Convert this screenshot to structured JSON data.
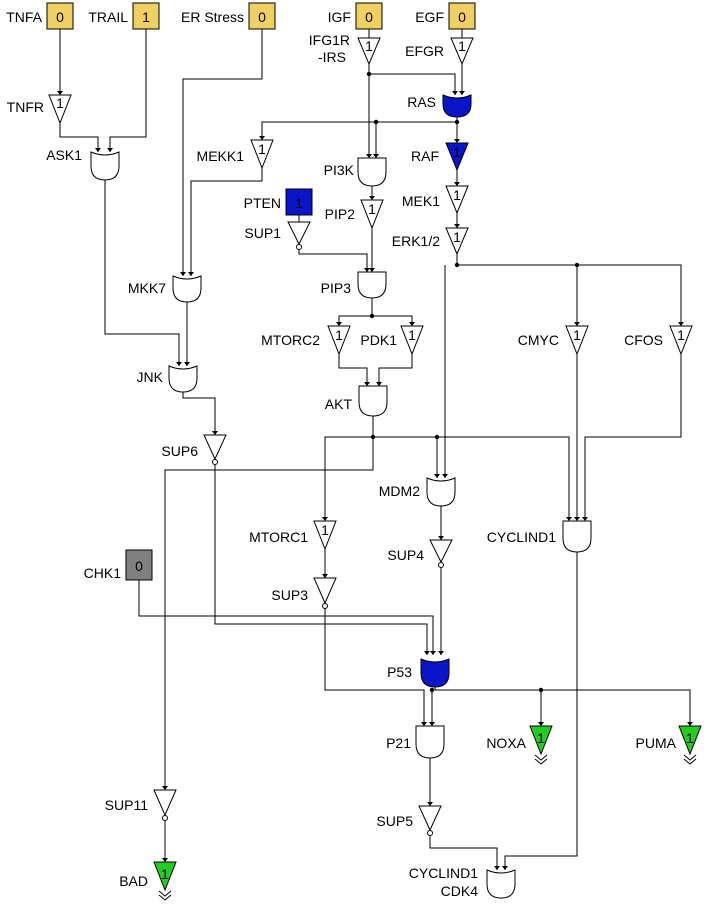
{
  "colors": {
    "input_off": "#f0d060",
    "input_fixed": "#808080",
    "active_blue": "#0a14c8",
    "output_green": "#22cc22",
    "inactive": "#ffffff"
  },
  "inputs": {
    "tnfa": {
      "label": "TNFA",
      "value": "0"
    },
    "trail": {
      "label": "TRAIL",
      "value": "1"
    },
    "er_stress": {
      "label": "ER Stress",
      "value": "0"
    },
    "igf": {
      "label": "IGF",
      "value": "0"
    },
    "egf": {
      "label": "EGF",
      "value": "0"
    },
    "pten": {
      "label": "PTEN",
      "value": "1"
    },
    "chk1": {
      "label": "CHK1",
      "value": "0"
    }
  },
  "nodes": {
    "tnfr": {
      "label": "TNFR",
      "value": "1"
    },
    "igf1r_line1": "IFG1R",
    "igf1r_line2": "-IRS",
    "igf1r_value": "1",
    "egfr": {
      "label": "EFGR",
      "value": "1"
    },
    "ras": {
      "label": "RAS"
    },
    "ask1": {
      "label": "ASK1"
    },
    "mekk1": {
      "label": "MEKK1",
      "value": "1"
    },
    "pi3k": {
      "label": "PI3K"
    },
    "raf": {
      "label": "RAF",
      "value": "1"
    },
    "pip2": {
      "label": "PIP2",
      "value": "1"
    },
    "sup1": {
      "label": "SUP1"
    },
    "mek1": {
      "label": "MEK1",
      "value": "1"
    },
    "erk12": {
      "label": "ERK1/2",
      "value": "1"
    },
    "mkk7": {
      "label": "MKK7"
    },
    "pip3": {
      "label": "PIP3"
    },
    "mtorc2": {
      "label": "MTORC2",
      "value": "1"
    },
    "pdk1": {
      "label": "PDK1",
      "value": "1"
    },
    "cmyc": {
      "label": "CMYC",
      "value": "1"
    },
    "cfos": {
      "label": "CFOS",
      "value": "1"
    },
    "jnk": {
      "label": "JNK"
    },
    "akt": {
      "label": "AKT"
    },
    "sup6": {
      "label": "SUP6"
    },
    "mdm2": {
      "label": "MDM2"
    },
    "mtorc1": {
      "label": "MTORC1",
      "value": "1"
    },
    "cyclind1": {
      "label": "CYCLIND1"
    },
    "sup4": {
      "label": "SUP4"
    },
    "sup3": {
      "label": "SUP3"
    },
    "p53": {
      "label": "P53"
    },
    "p21": {
      "label": "P21"
    },
    "noxa": {
      "label": "NOXA",
      "value": "1"
    },
    "puma": {
      "label": "PUMA",
      "value": "1"
    },
    "sup11": {
      "label": "SUP11"
    },
    "sup5": {
      "label": "SUP5"
    },
    "bad": {
      "label": "BAD",
      "value": "1"
    },
    "cdk4_line1": "CYCLIND1",
    "cdk4_line2": "CDK4"
  }
}
